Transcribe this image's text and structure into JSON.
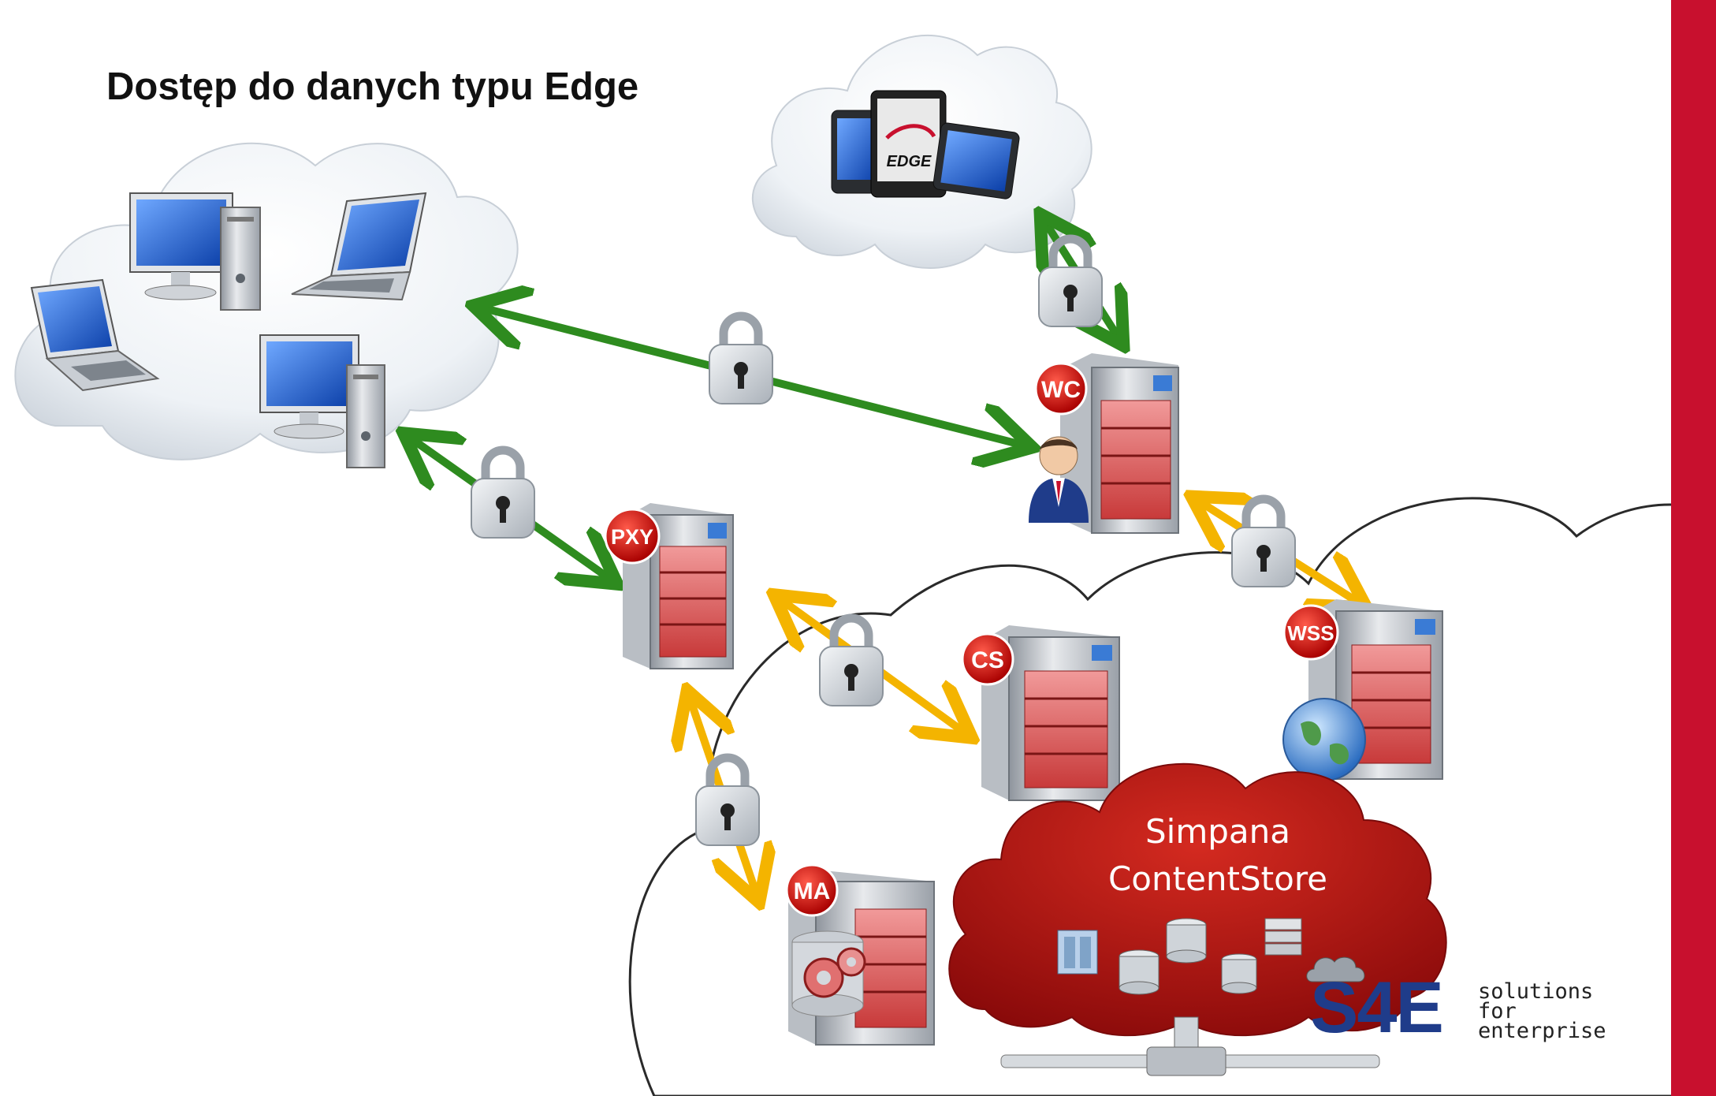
{
  "title": "Dostęp do danych typu Edge",
  "edge_device_label": "EDGE",
  "servers": {
    "wc": "WC",
    "pxy": "PXY",
    "cs": "CS",
    "wss": "WSS",
    "ma": "MA"
  },
  "content_store": {
    "line1": "Simpana",
    "line2": "ContentStore"
  },
  "logo": {
    "mark": "S4E",
    "line1": "solutions",
    "line2": "for",
    "line3": "enterprise"
  },
  "colors": {
    "secure_link": "#2e8b1f",
    "internal_link": "#f4b400",
    "badge": "#cc1010",
    "content_store": "#b01010",
    "accent_bar": "#c8102e"
  }
}
